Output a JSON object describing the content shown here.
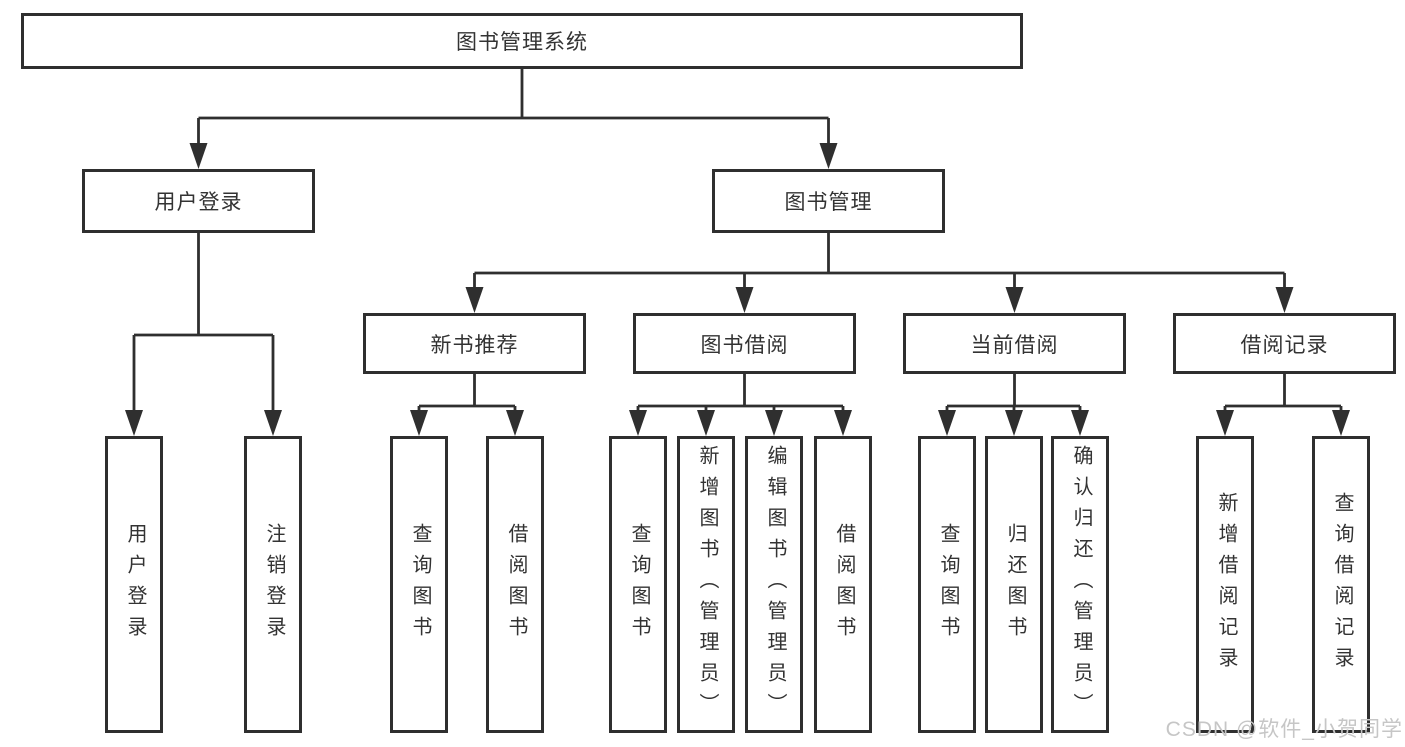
{
  "diagram": {
    "root": {
      "label": "图书管理系统"
    },
    "level2": [
      {
        "label": "用户登录"
      },
      {
        "label": "图书管理"
      }
    ],
    "level3": [
      {
        "label": "新书推荐"
      },
      {
        "label": "图书借阅"
      },
      {
        "label": "当前借阅"
      },
      {
        "label": "借阅记录"
      }
    ],
    "leaves": [
      {
        "label": "用户登录"
      },
      {
        "label": "注销登录"
      },
      {
        "label": "查询图书"
      },
      {
        "label": "借阅图书"
      },
      {
        "label": "查询图书"
      },
      {
        "label": "新增图书（管理员）"
      },
      {
        "label": "编辑图书（管理员）"
      },
      {
        "label": "借阅图书"
      },
      {
        "label": "查询图书"
      },
      {
        "label": "归还图书"
      },
      {
        "label": "确认归还（管理员）"
      },
      {
        "label": "新增借阅记录"
      },
      {
        "label": "查询借阅记录"
      }
    ],
    "watermark": "CSDN @软件_小贺同学",
    "colors": {
      "line": "#2f2f2f",
      "text": "#333333",
      "watermark": "#c6c6c6",
      "background": "#ffffff"
    }
  }
}
